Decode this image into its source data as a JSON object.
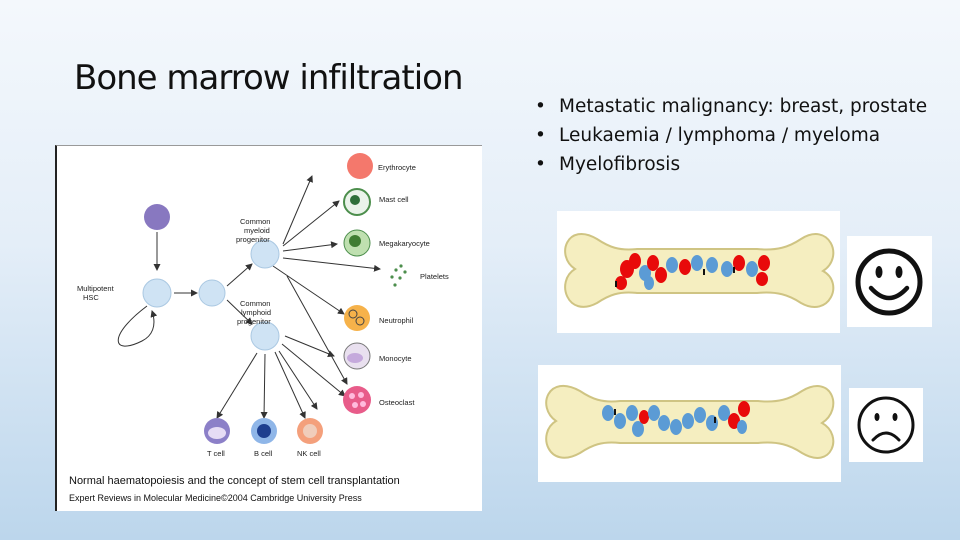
{
  "slide": {
    "title": "Bone marrow infiltration",
    "bullets": [
      "Metastatic malignancy: breast, prostate",
      "Leukaemia / lymphoma / myeloma",
      "Myelofibrosis"
    ]
  },
  "figure": {
    "caption": "Normal haematopoiesis and the concept of stem cell transplantation",
    "credit": "Expert Reviews in Molecular Medicine©2004 Cambridge University Press",
    "labels": {
      "multipotent": [
        "Multipotent",
        "HSC"
      ],
      "myeloid": [
        "Common",
        "myeloid",
        "progenitor"
      ],
      "lymphoid": [
        "Common",
        "lymphoid",
        "progenitor"
      ],
      "erythrocyte": "Erythrocyte",
      "mast": "Mast cell",
      "megakaryocyte": "Megakaryocyte",
      "platelets": "Platelets",
      "neutrophil": "Neutrophil",
      "monocyte": "Monocyte",
      "osteoclast": "Osteoclast",
      "tcell": "T cell",
      "bcell": "B cell",
      "nkcell": "NK cell"
    }
  },
  "colors": {
    "bone_fill": "#f5eec0",
    "bone_stroke": "#cfc483",
    "tumour_red": "#e80a0a",
    "cell_blue": "#5b9bd5",
    "progenitor": "#cfe3f4"
  }
}
